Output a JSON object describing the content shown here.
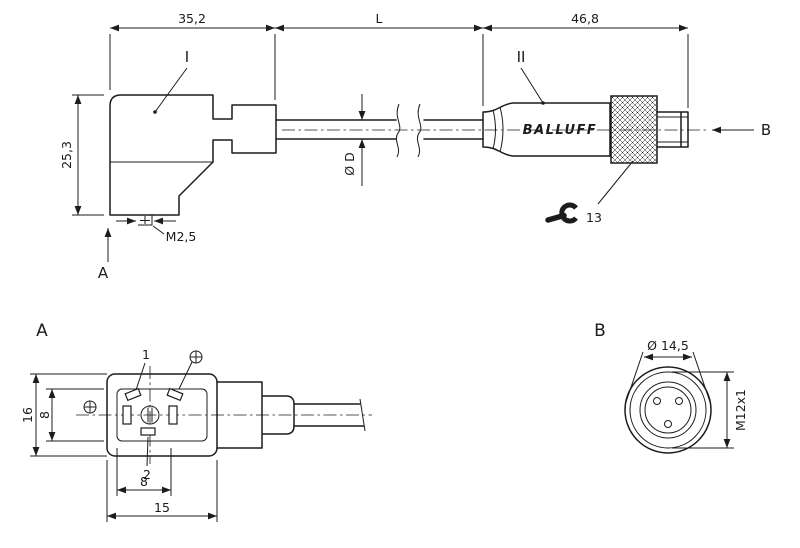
{
  "page": {
    "background": "#ffffff",
    "line_color": "#1c1c1c"
  },
  "main_view": {
    "dims": {
      "left_width": "35,2",
      "cable_length": "L",
      "right_width": "46,8",
      "left_height": "25,3",
      "cable_diameter": "Ø D",
      "screw_thread": "M2,5",
      "wrench_size": "13"
    },
    "labels": {
      "left_connector": "I",
      "right_connector": "II",
      "brand": "BALLUFF",
      "view_a_arrow": "A",
      "view_b_arrow": "B"
    }
  },
  "view_a": {
    "title": "A",
    "pins": {
      "pin1": "1",
      "pin2": "2"
    },
    "dims": {
      "outer_height": "16",
      "inner_height": "8",
      "pin_offset": "8",
      "outer_width": "15"
    }
  },
  "view_b": {
    "title": "B",
    "dims": {
      "knurl_diameter": "Ø 14,5",
      "thread": "M12x1"
    }
  },
  "icons": {
    "ground_left": "earth-ground-symbol",
    "ground_top": "earth-ground-symbol",
    "wrench": "open-end-wrench-symbol"
  }
}
